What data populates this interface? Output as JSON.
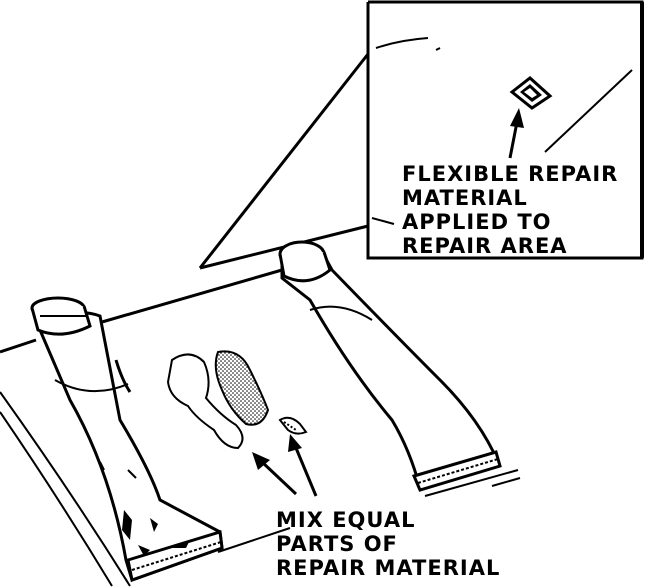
{
  "callout": {
    "lines": [
      "FLEXIBLE REPAIR",
      "MATERIAL",
      "APPLIED TO",
      "REPAIR AREA"
    ]
  },
  "mix": {
    "lines": [
      "MIX EQUAL",
      "PARTS OF",
      "REPAIR MATERIAL"
    ]
  }
}
